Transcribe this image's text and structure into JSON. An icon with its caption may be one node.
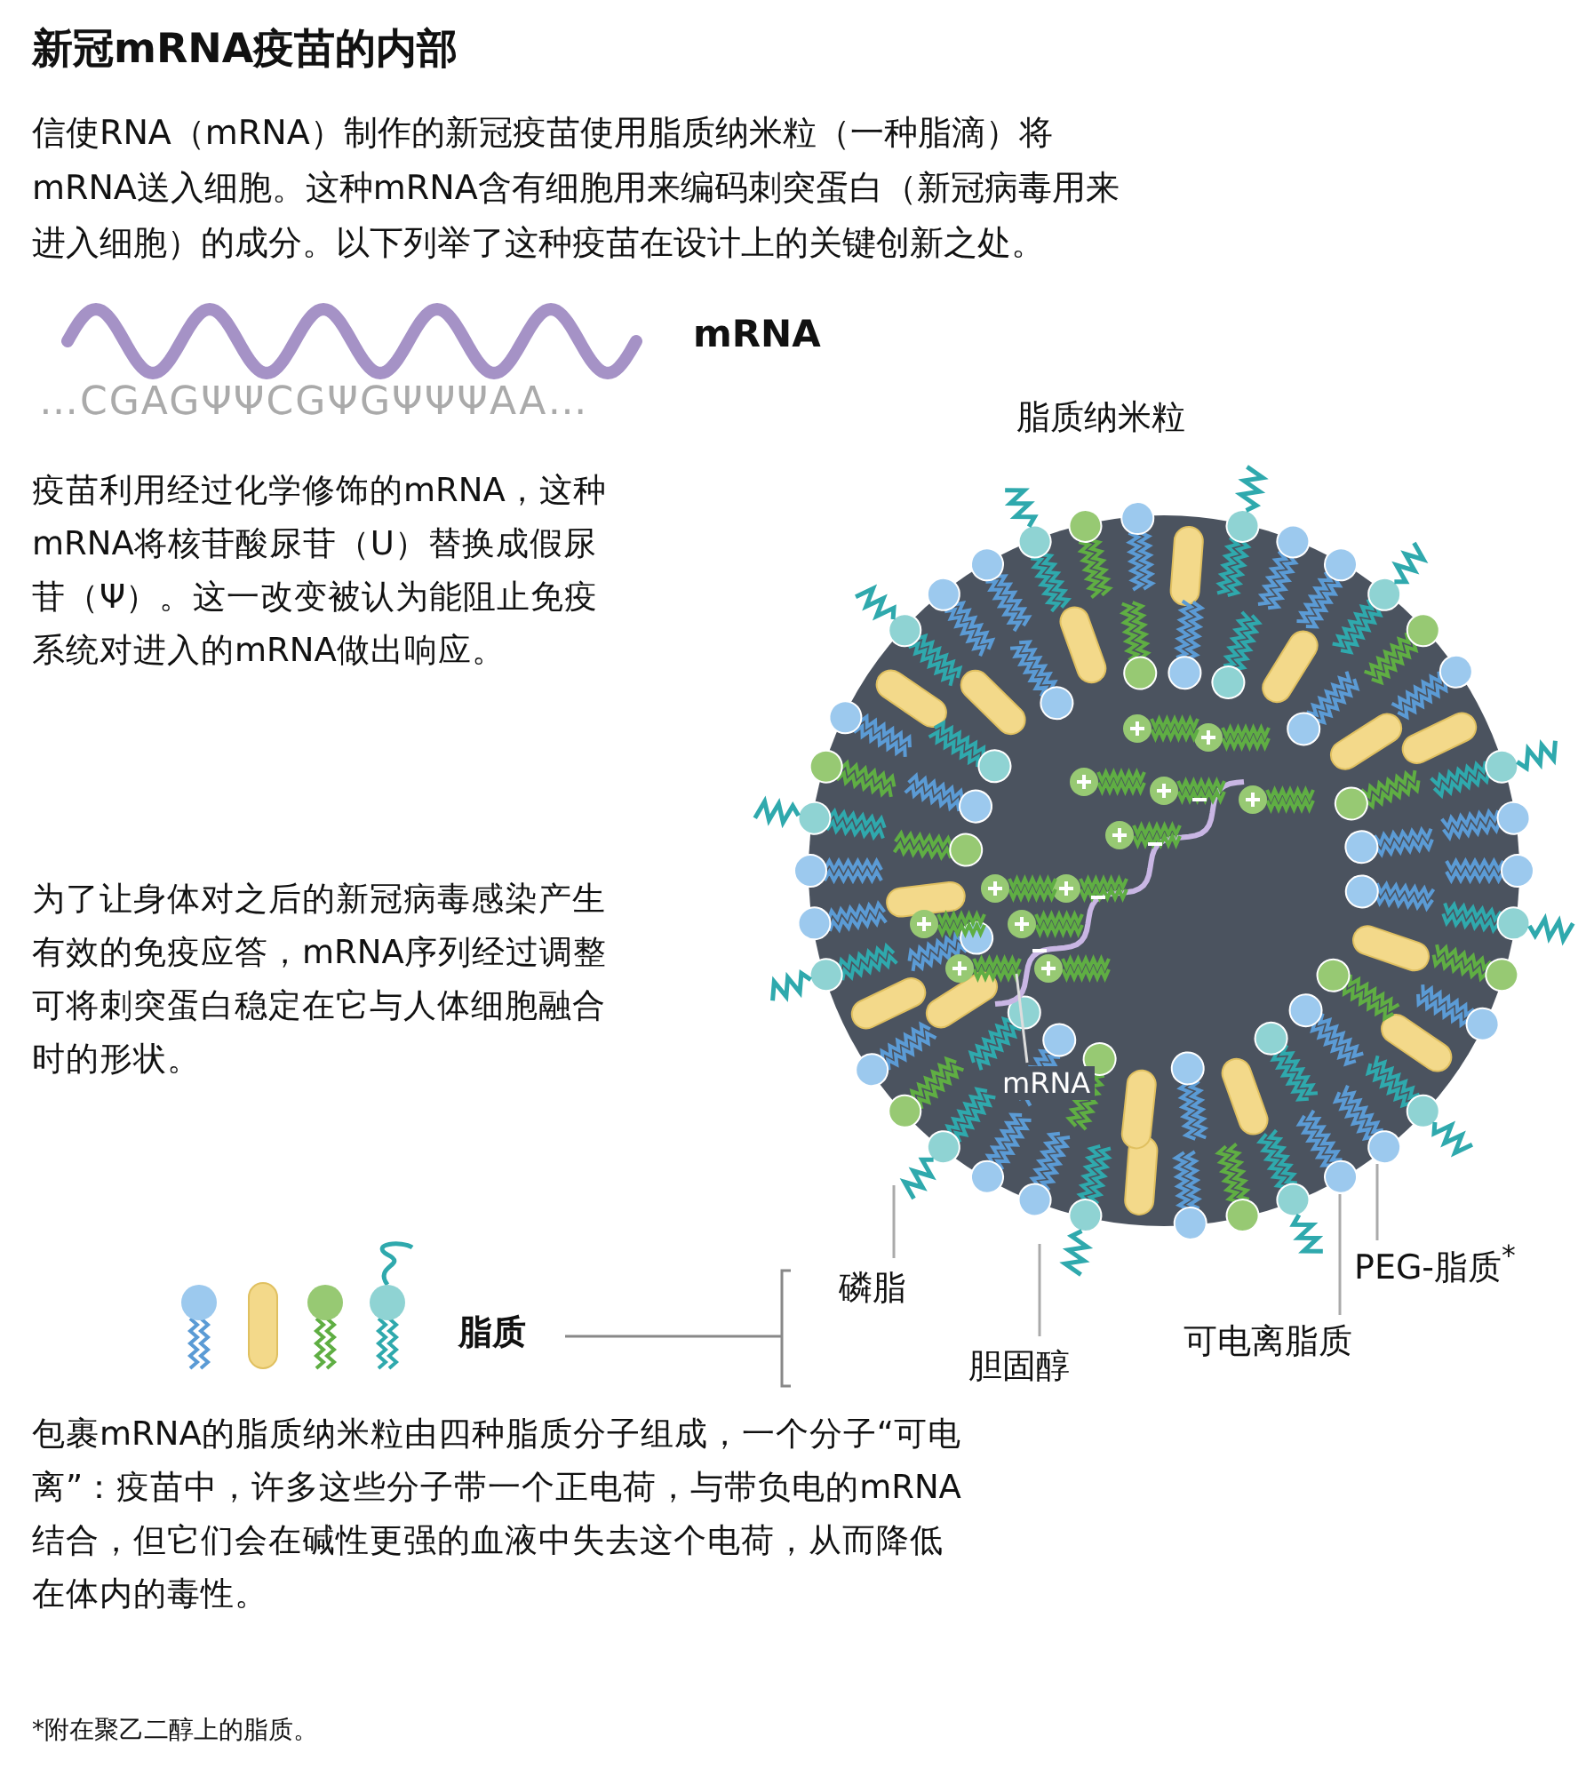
{
  "diagram": {
    "title": "新冠mRNA疫苗的内部",
    "nodes": [
      {
        "text": [
          "磷脂"
        ]
      },
      {
        "text": [
          "胆固醇"
        ]
      },
      {
        "text": [
          "可电离脂质"
        ]
      },
      {
        "text": [
          "PEG-脂质$^{*}$"
        ]
      },
      {
        "text": [
          "mRNA"
        ]
      }
    ],
    "edges": [
      {
        "from": 0,
        "to": null,
        "arrow": "none"
      },
      {
        "from": 1,
        "to": null,
        "arrow": "none"
      },
      {
        "from": 2,
        "to": null,
        "arrow": "none"
      },
      {
        "from": 3,
        "to": null,
        "arrow": "none"
      },
      {
        "from": 4,
        "to": null,
        "arrow": "none"
      }
    ],
    "labels": [
      "信使RNA（mRNA）制作的新冠疫苗使用脂质纳米粒（一种脂滴）将mRNA送入细胞。这种mRNA含有细胞用来编码刺突蛋白（新冠病毒用来进入细胞）的成分。以下列举了这种疫苗在设计上的关键创新之处。",
      "mRNA",
      "…CGAGΨΨCGΨGΨΨΨAA…",
      "脂质纳米粒",
      "疫苗利用经过化学修饰的mRNA，这种mRNA将核苷酸尿苷（U）替换成假尿苷（Ψ）。这一改变被认为能阻止免疫系统对进入的mRNA做出响应。",
      "为了让身体对之后的新冠病毒感染产生有效的免疫应答，mRNA序列经过调整可将刺突蛋白稳定在它与人体细胞融合时的形状。",
      "脂质",
      "包裹mRNA的脂质纳米粒由四种脂质分子组成，一个分子“可电离”：疫苗中，许多这些分子带一个正电荷，与带负电的mRNA结合，但它们会在碱性更强的血液中失去这个电荷，从而降低在体内的毒性。",
      "*附在聚乙二醇上的脂质。"
    ]
  }
}
